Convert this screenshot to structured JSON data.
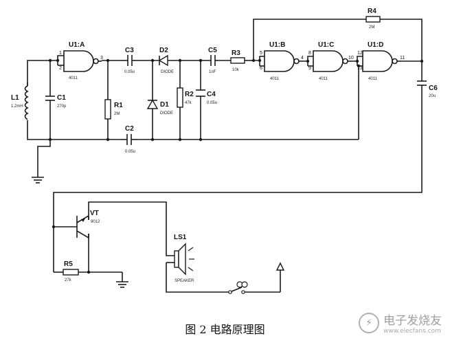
{
  "caption": "图 2  电路原理图",
  "watermark": {
    "title": "电子发烧友",
    "url": "www.elecfans.com"
  },
  "components": {
    "u1a": {
      "ref": "U1:A",
      "part": "4011",
      "pins": [
        "1",
        "2",
        "3"
      ]
    },
    "u1b": {
      "ref": "U1:B",
      "part": "4011",
      "pins": [
        "5",
        "6",
        "4"
      ]
    },
    "u1c": {
      "ref": "U1:C",
      "part": "4011",
      "pins": [
        "8",
        "9",
        "10"
      ]
    },
    "u1d": {
      "ref": "U1:D",
      "part": "4011",
      "pins": [
        "12",
        "13",
        "11"
      ]
    },
    "l1": {
      "ref": "L1",
      "value": "1.2mH"
    },
    "c1": {
      "ref": "C1",
      "value": "270p"
    },
    "c2": {
      "ref": "C2",
      "value": "0.05u"
    },
    "c3": {
      "ref": "C3",
      "value": "0.05u"
    },
    "c4": {
      "ref": "C4",
      "value": "0.05u"
    },
    "c5": {
      "ref": "C5",
      "value": "1nF"
    },
    "c6": {
      "ref": "C6",
      "value": "20u"
    },
    "r1": {
      "ref": "R1",
      "value": "2M"
    },
    "r2": {
      "ref": "R2",
      "value": "47k"
    },
    "r3": {
      "ref": "R3",
      "value": "10k"
    },
    "r4": {
      "ref": "R4",
      "value": "2M"
    },
    "r5": {
      "ref": "R5",
      "value": "27k"
    },
    "d1": {
      "ref": "D1",
      "value": "DIODE"
    },
    "d2": {
      "ref": "D2",
      "value": "DIODE"
    },
    "vt": {
      "ref": "VT",
      "value": "9012"
    },
    "ls1": {
      "ref": "LS1",
      "value": "SPEAKER"
    }
  }
}
